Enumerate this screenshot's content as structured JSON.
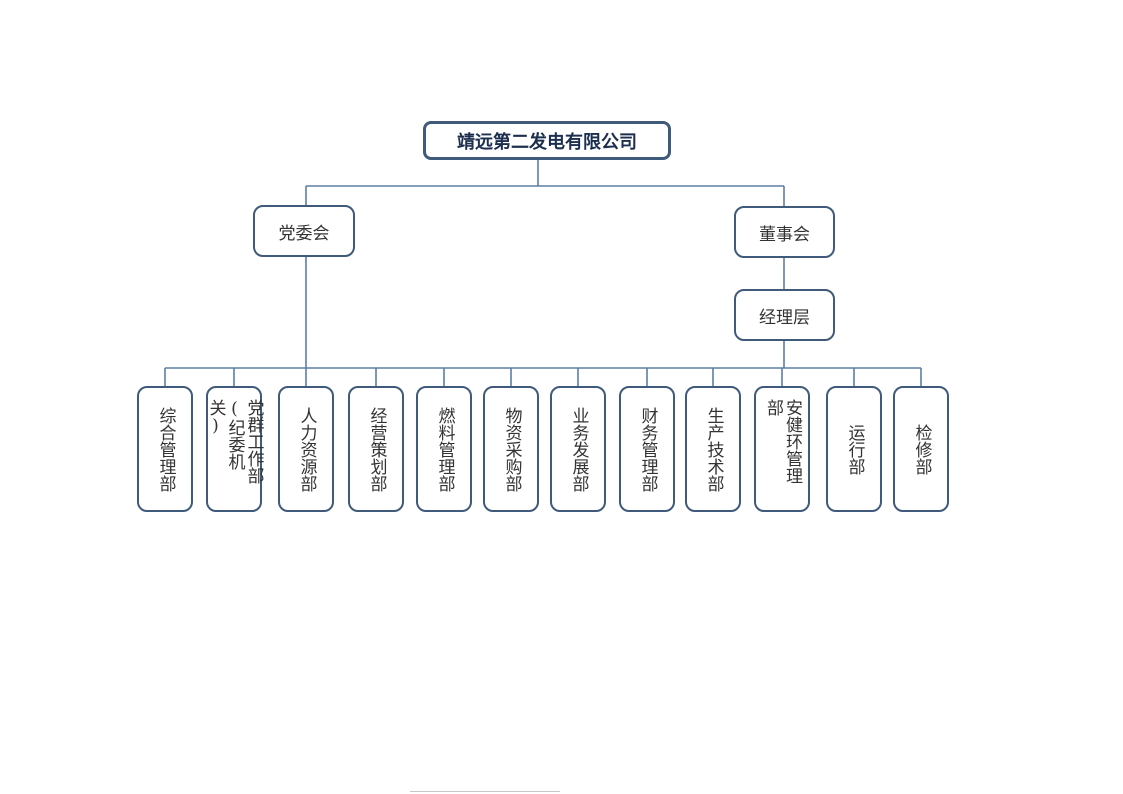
{
  "company": "靖远第二发电有限公司",
  "party_committee": "党委会",
  "board": "董事会",
  "management": "经理层",
  "departments": [
    "综合管理部",
    "党群工作部(纪委机关)",
    "人力资源部",
    "经营策划部",
    "燃料管理部",
    "物资采购部",
    "业务发展部",
    "财务管理部",
    "生产技术部",
    "安健环管理部",
    "运行部",
    "检修部"
  ],
  "colors": {
    "border": "#3f5a7a",
    "line": "#5b7fa6"
  }
}
